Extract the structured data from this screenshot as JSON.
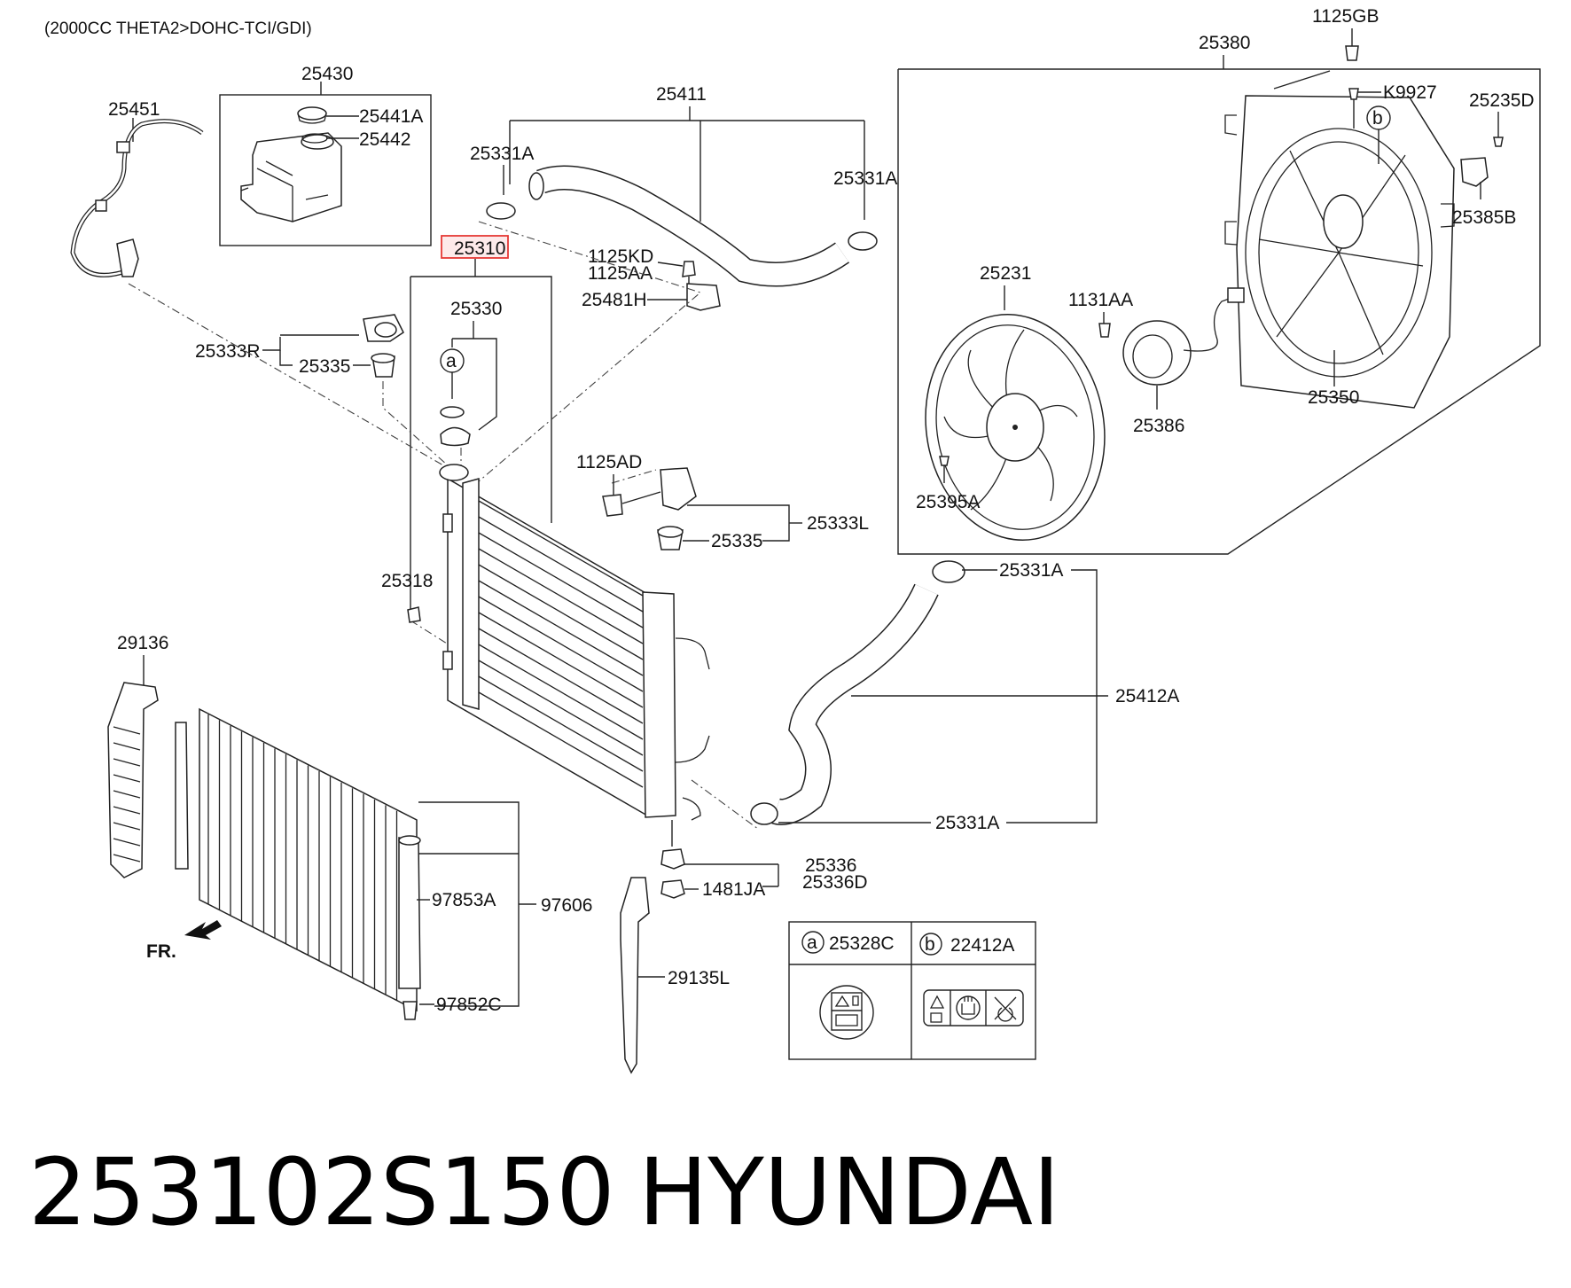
{
  "header": "(2000CC THETA2>DOHC-TCI/GDI)",
  "footer": {
    "part_number": "253102S150",
    "brand": "HYUNDAI"
  },
  "labels": {
    "p25430": "25430",
    "p25451": "25451",
    "p25441A": "25441A",
    "p25442": "25442",
    "p25411": "25411",
    "p25331A_left": "25331A",
    "p25331A_right": "25331A",
    "p25310": "25310",
    "p25330": "25330",
    "p1125KD": "1125KD",
    "p1125AA": "1125AA",
    "p25481H": "25481H",
    "p25333R": "25333R",
    "p25335_left": "25335",
    "p1125GB": "1125GB",
    "p25380": "25380",
    "pK9927": "K9927",
    "p25235D": "25235D",
    "p25385B": "25385B",
    "p25231": "25231",
    "p1131AA": "1131AA",
    "p25350": "25350",
    "p25386": "25386",
    "p25395A": "25395A",
    "p1125AD": "1125AD",
    "p25333L": "25333L",
    "p25335_right": "25335",
    "p25318": "25318",
    "p25331A_mid": "25331A",
    "p25412A": "25412A",
    "p25331A_low": "25331A",
    "p29136": "29136",
    "p25336": "25336",
    "p25336D": "25336D",
    "p1481JA": "1481JA",
    "p97853A": "97853A",
    "p97606": "97606",
    "p97852C": "97852C",
    "p29135L": "29135L",
    "fr": "FR."
  },
  "callouts": {
    "a": "a",
    "b": "b"
  },
  "legend": {
    "a_letter": "a",
    "a_part": "25328C",
    "b_letter": "b",
    "b_part": "22412A"
  },
  "highlight_color": "#e53935"
}
